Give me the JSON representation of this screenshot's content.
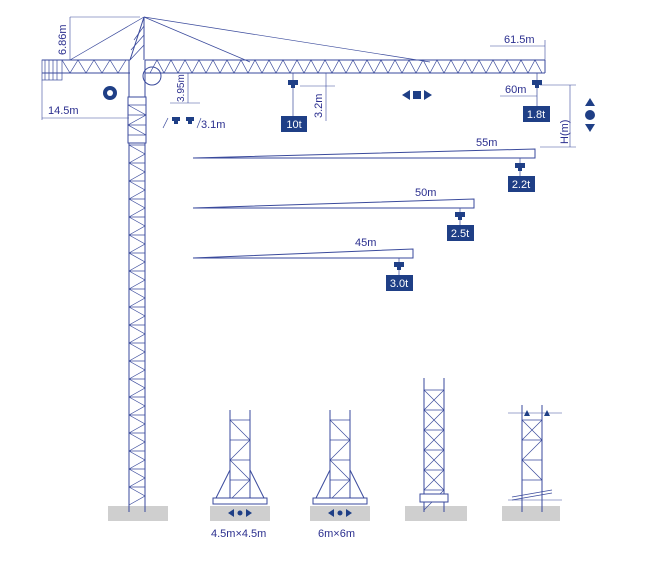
{
  "colors": {
    "line": "#3a4a9c",
    "label_box": "#1f3f86",
    "ground": "#cfcfcf",
    "text": "#2b2f8f"
  },
  "dimensions": {
    "top_height": "6.86m",
    "jib_length": "61.5m",
    "counter_jib": "14.5m",
    "head_height": "3.95m",
    "hook_drop": "3.2m",
    "trolley_offset": "3.1m",
    "tip_radius": "60m",
    "hook_height": "H(m)"
  },
  "loads": {
    "max": "10t",
    "tip": "1.8t",
    "jib55": "2.2t",
    "jib50": "2.5t",
    "jib45": "3.0t"
  },
  "jibs": {
    "r55": "55m",
    "r50": "50m",
    "r45": "45m"
  },
  "bases": {
    "base1": "4.5m×4.5m",
    "base2": "6m×6m"
  },
  "icons": [
    "trolley-travel-icon",
    "hoist-updown-icon",
    "slewing-icon"
  ]
}
